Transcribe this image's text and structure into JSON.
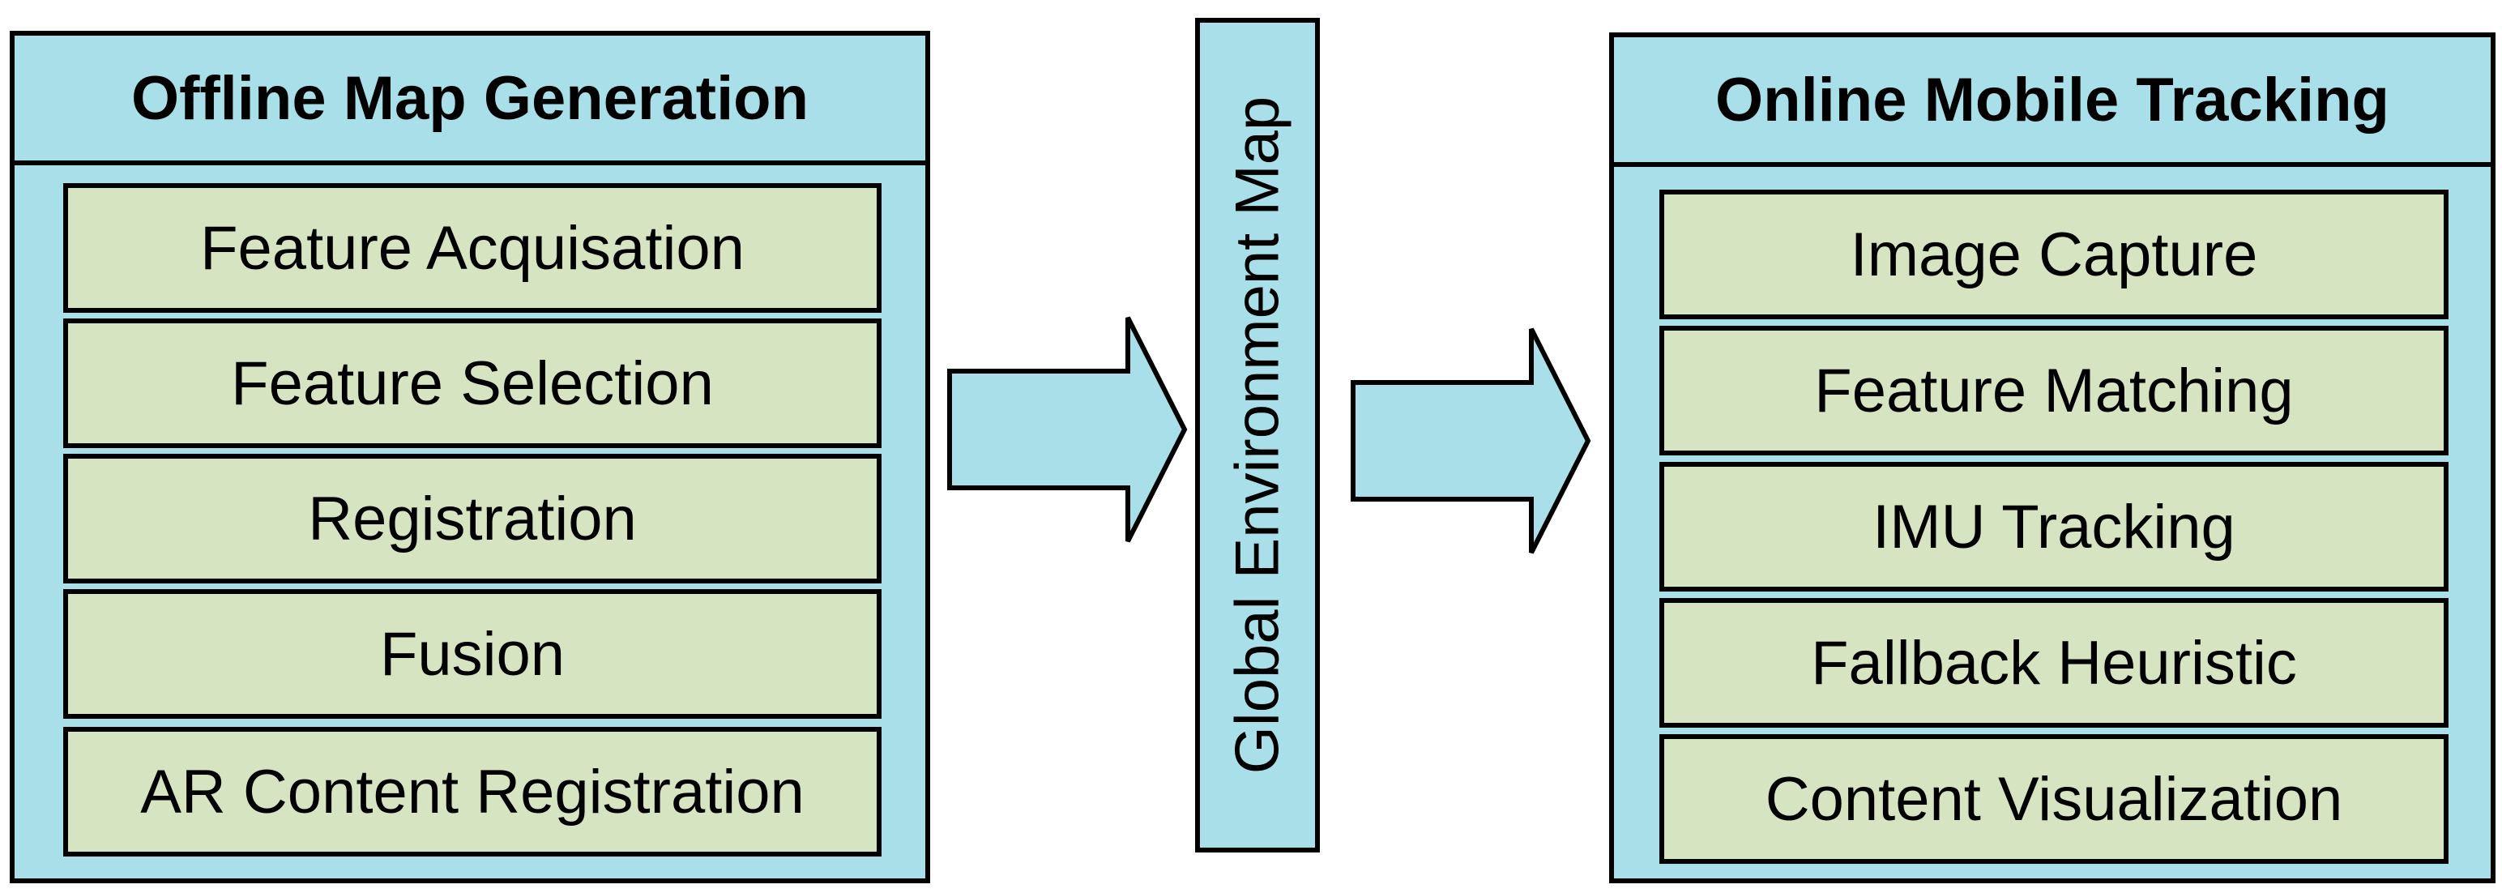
{
  "offline": {
    "title": "Offline Map Generation",
    "steps": [
      "Feature Acquisation",
      "Feature Selection",
      "Registration",
      "Fusion",
      "AR Content Registration"
    ]
  },
  "global_map": {
    "label": "Global Environment Map"
  },
  "online": {
    "title": "Online Mobile Tracking",
    "steps": [
      "Image Capture",
      "Feature Matching",
      "IMU Tracking",
      "Fallback Heuristic",
      "Content Visualization"
    ]
  },
  "colors": {
    "panel_fill": "#a9dfe8",
    "step_fill": "#d6e4c1",
    "outline": "#000000"
  }
}
